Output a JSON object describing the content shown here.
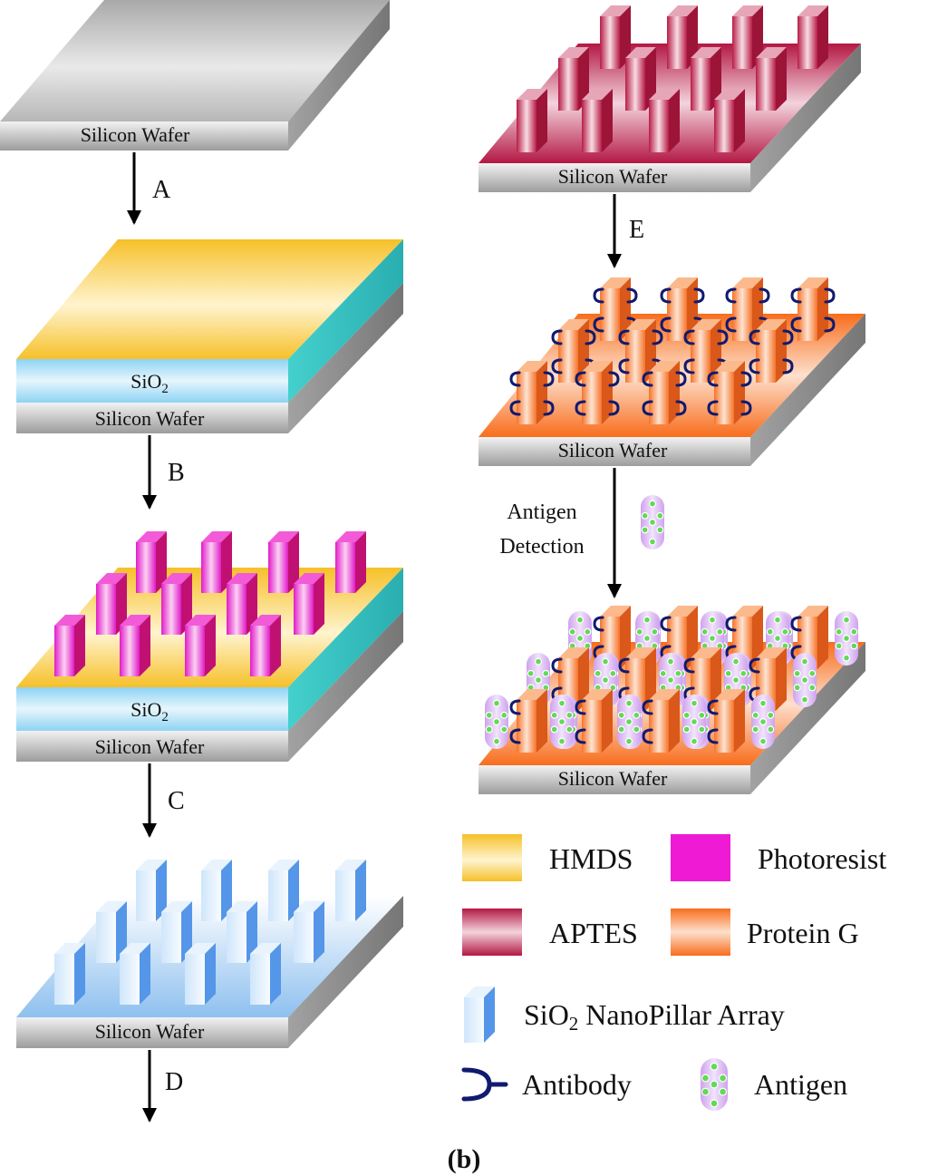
{
  "colors": {
    "silicon_top": "#b9b9b9",
    "silicon_front": "#c4c4c4",
    "silicon_side": "#8d8d8d",
    "sio2_front": "#a6dcf4",
    "sio2_side": "#38c8c6",
    "hmds": "#f6c331",
    "photoresist": "#e21cc9",
    "aptes": "#b81c46",
    "protein_g": "#f7772a",
    "pillar_blue": "#5596e8",
    "antibody": "#101a6e",
    "antigen_body": "#c797e8",
    "antigen_dot": "#64d857"
  },
  "labels": {
    "silicon_wafer": "Silicon Wafer",
    "sio2_base": "SiO",
    "sio2_sub": "2",
    "antigen_detection_line1": "Antigen",
    "antigen_detection_line2": "Detection",
    "figure_caption": "(b)"
  },
  "steps": [
    {
      "id": "A",
      "label": "A"
    },
    {
      "id": "B",
      "label": "B"
    },
    {
      "id": "C",
      "label": "C"
    },
    {
      "id": "D",
      "label": "D"
    },
    {
      "id": "E",
      "label": "E"
    }
  ],
  "legend": {
    "hmds": "HMDS",
    "photoresist": "Photoresist",
    "aptes": "APTES",
    "protein_g": "Protein G",
    "nanopillar_base": "SiO",
    "nanopillar_sub": "2",
    "nanopillar_rest": " NanoPillar Array",
    "antibody": "Antibody",
    "antigen": "Antigen"
  }
}
